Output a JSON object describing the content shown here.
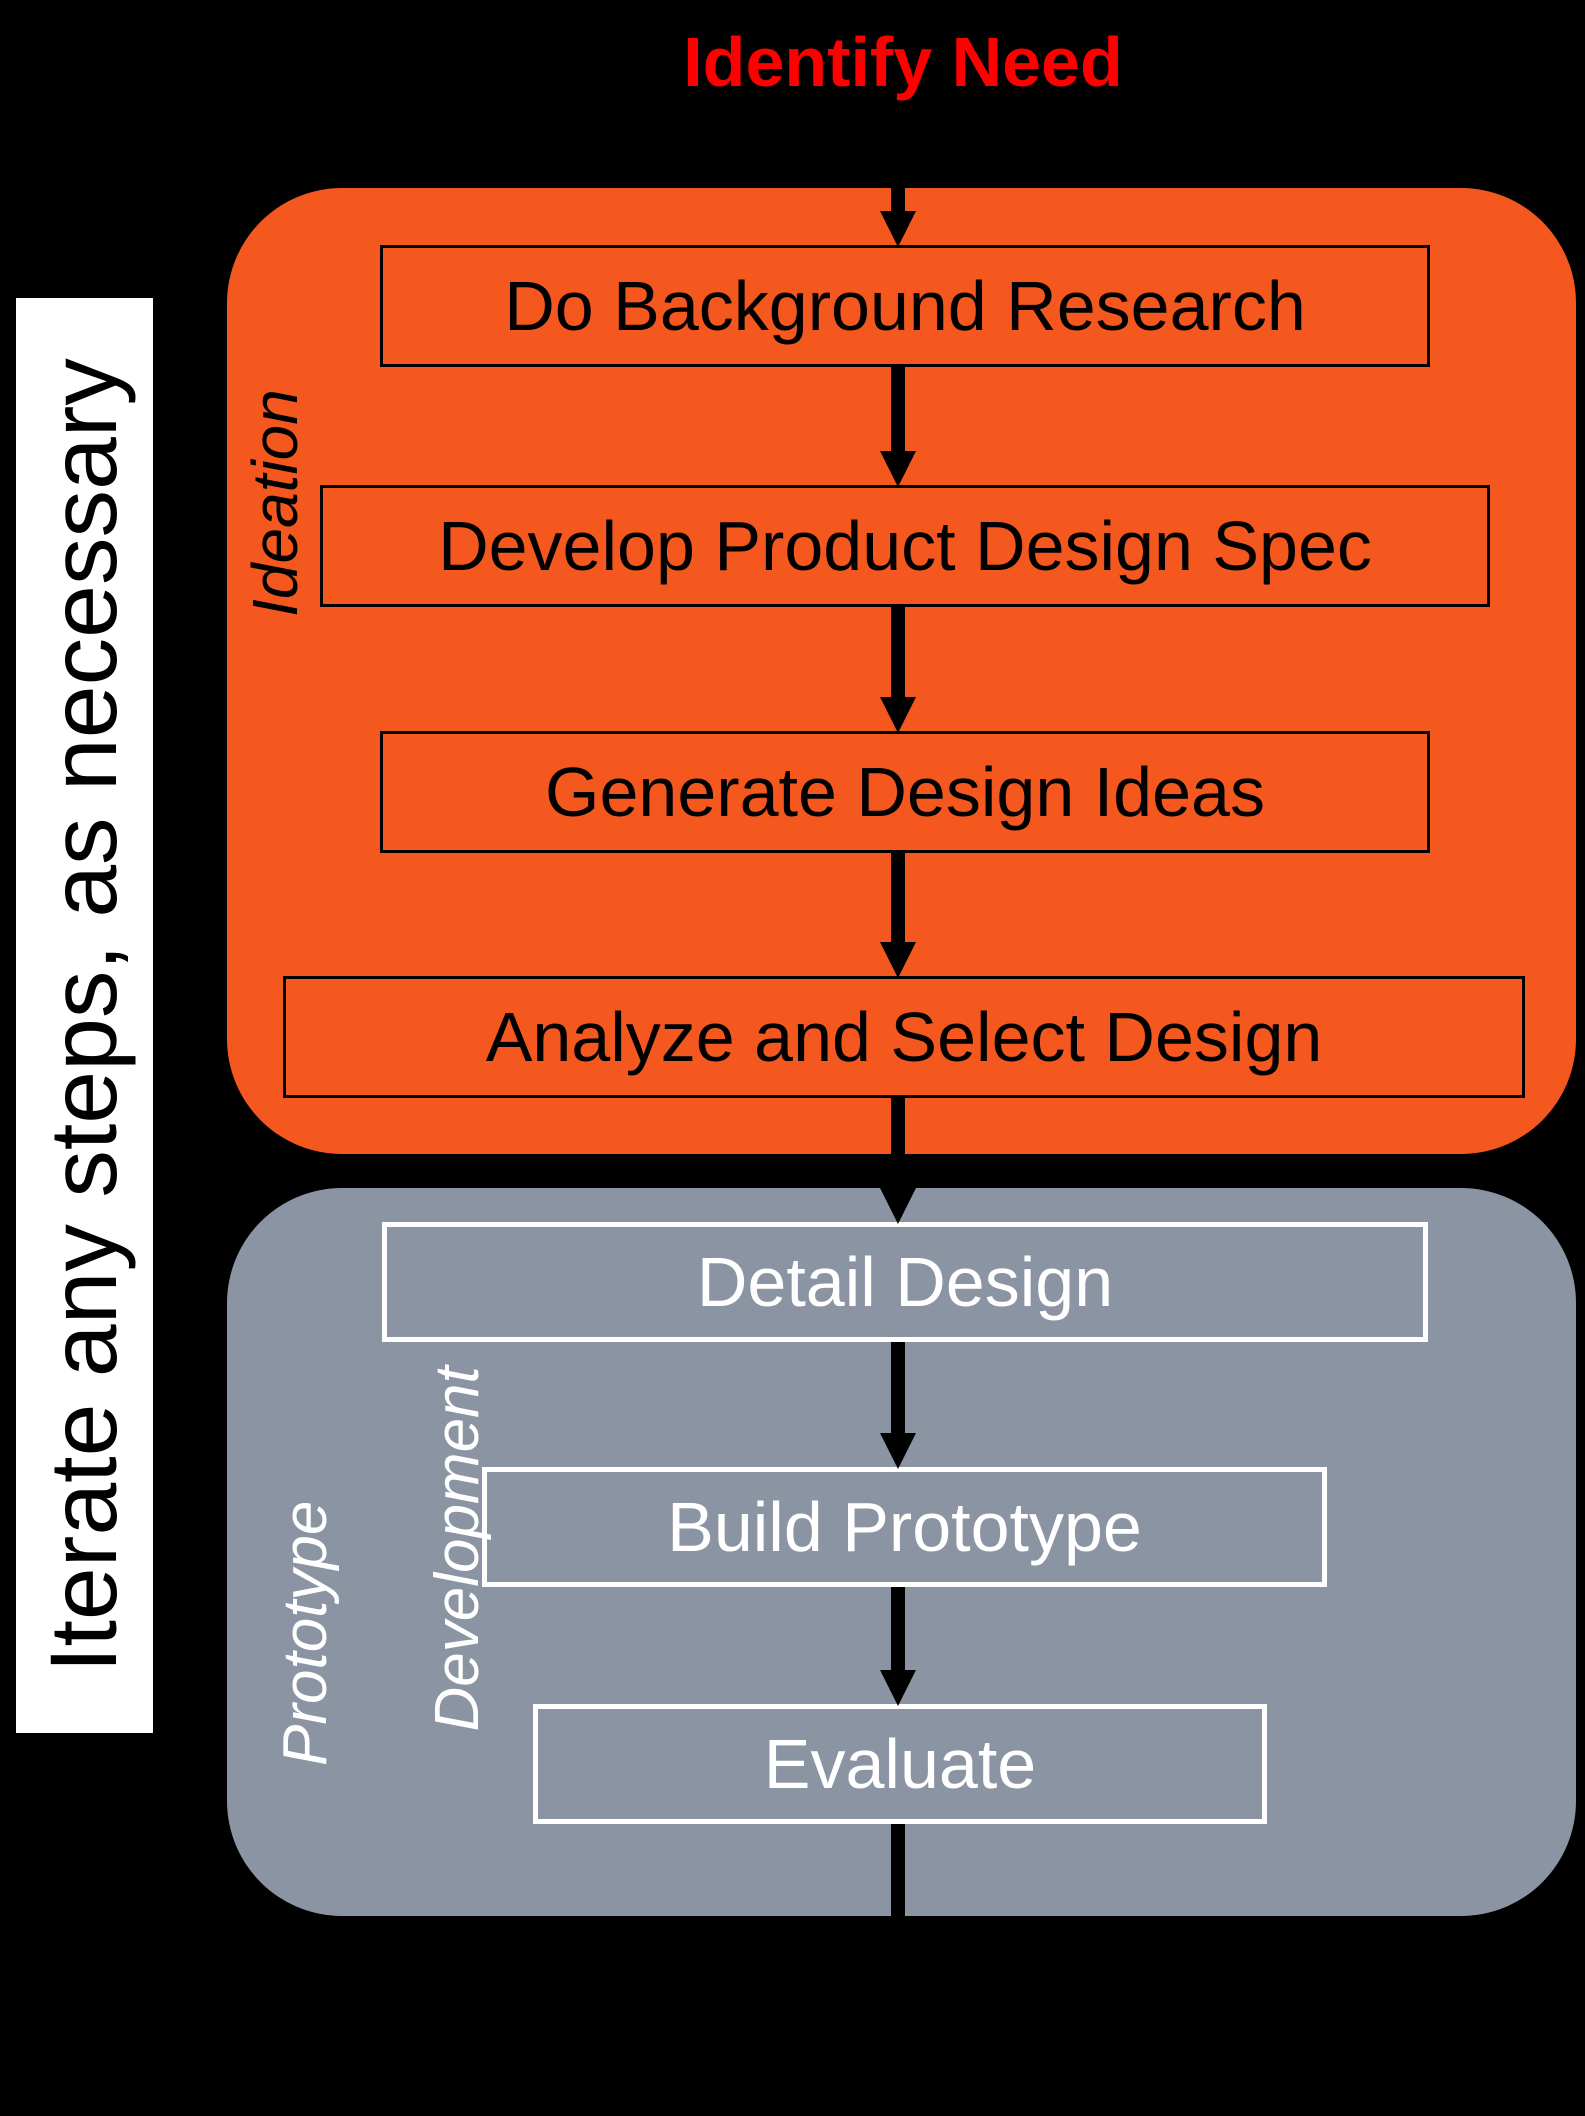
{
  "background": "#000000",
  "arrow_color": "#000000",
  "title": {
    "text": "Identify Need",
    "color": "#FE0000"
  },
  "sidebar": {
    "label": "Iterate any steps, as necessary",
    "bg": "#FFFFFF",
    "text_color": "#000000"
  },
  "stage_ideation": {
    "label": "Ideation",
    "bg": "#F4581F",
    "outline_color": "#000000",
    "text_color": "#000000",
    "steps": {
      "background_research": "Do Background Research",
      "design_spec": "Develop Product Design Spec",
      "generate_ideas": "Generate Design Ideas",
      "analyze_select": "Analyze and Select Design"
    }
  },
  "stage_prototype": {
    "label_line1": "Prototype",
    "label_line2": "Development",
    "bg": "#8B94A3",
    "outline_color": "#FFFFFF",
    "text_color": "#FFFFFF",
    "steps": {
      "detail_design": "Detail Design",
      "build_prototype": "Build Prototype",
      "evaluate": "Evaluate"
    }
  }
}
